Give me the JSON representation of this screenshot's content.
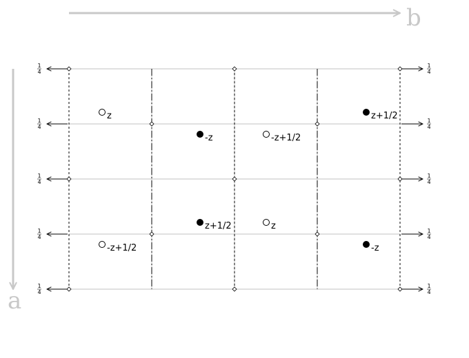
{
  "axes": {
    "horizontal_label": "b",
    "vertical_label": "a",
    "axis_color": "#c8c8c8"
  },
  "edge_fraction": {
    "num": "1",
    "den": "4"
  },
  "edge_fraction_rows": 5,
  "grid": {
    "rows": 5,
    "columns": 5,
    "column_styles": [
      "dashed",
      "dash-dot",
      "dashed",
      "dash-dot",
      "dashed"
    ],
    "dashed_columns_have_vertices": true,
    "dashdot_columns_have_vertices_on_odd_rows": true
  },
  "positions": [
    {
      "filled": false,
      "label": "z"
    },
    {
      "filled": true,
      "label": "-z"
    },
    {
      "filled": false,
      "label": "-z+1/2"
    },
    {
      "filled": true,
      "label": "z+1/2"
    },
    {
      "filled": true,
      "label": "z+1/2"
    },
    {
      "filled": false,
      "label": "z"
    },
    {
      "filled": false,
      "label": "-z+1/2"
    },
    {
      "filled": true,
      "label": "-z"
    }
  ],
  "colors": {
    "grid_line": "#c0c0c0",
    "symmetry_line": "#000000",
    "point": "#000000"
  }
}
